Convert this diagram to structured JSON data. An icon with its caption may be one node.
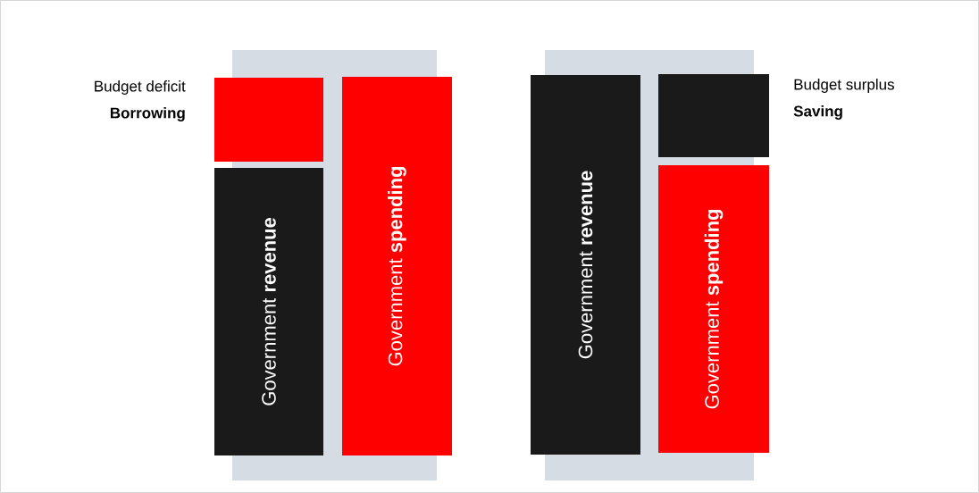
{
  "diagram": {
    "nodes": [
      {
        "text": [],
        "shape": "box"
      },
      {
        "text": [],
        "shape": "box",
        "beside": [
          "Budget deficit",
          "Borrowing"
        ]
      },
      {
        "text": [
          "Government **revenue**"
        ]
      },
      {
        "text": [
          "Government **spending**"
        ]
      },
      {
        "text": [],
        "shape": "box"
      },
      {
        "text": [
          "Government **revenue**"
        ]
      },
      {
        "text": [],
        "shape": "box",
        "beside": [
          "Budget surplus",
          "Saving"
        ]
      },
      {
        "text": [
          "Government **spending**"
        ]
      }
    ]
  }
}
